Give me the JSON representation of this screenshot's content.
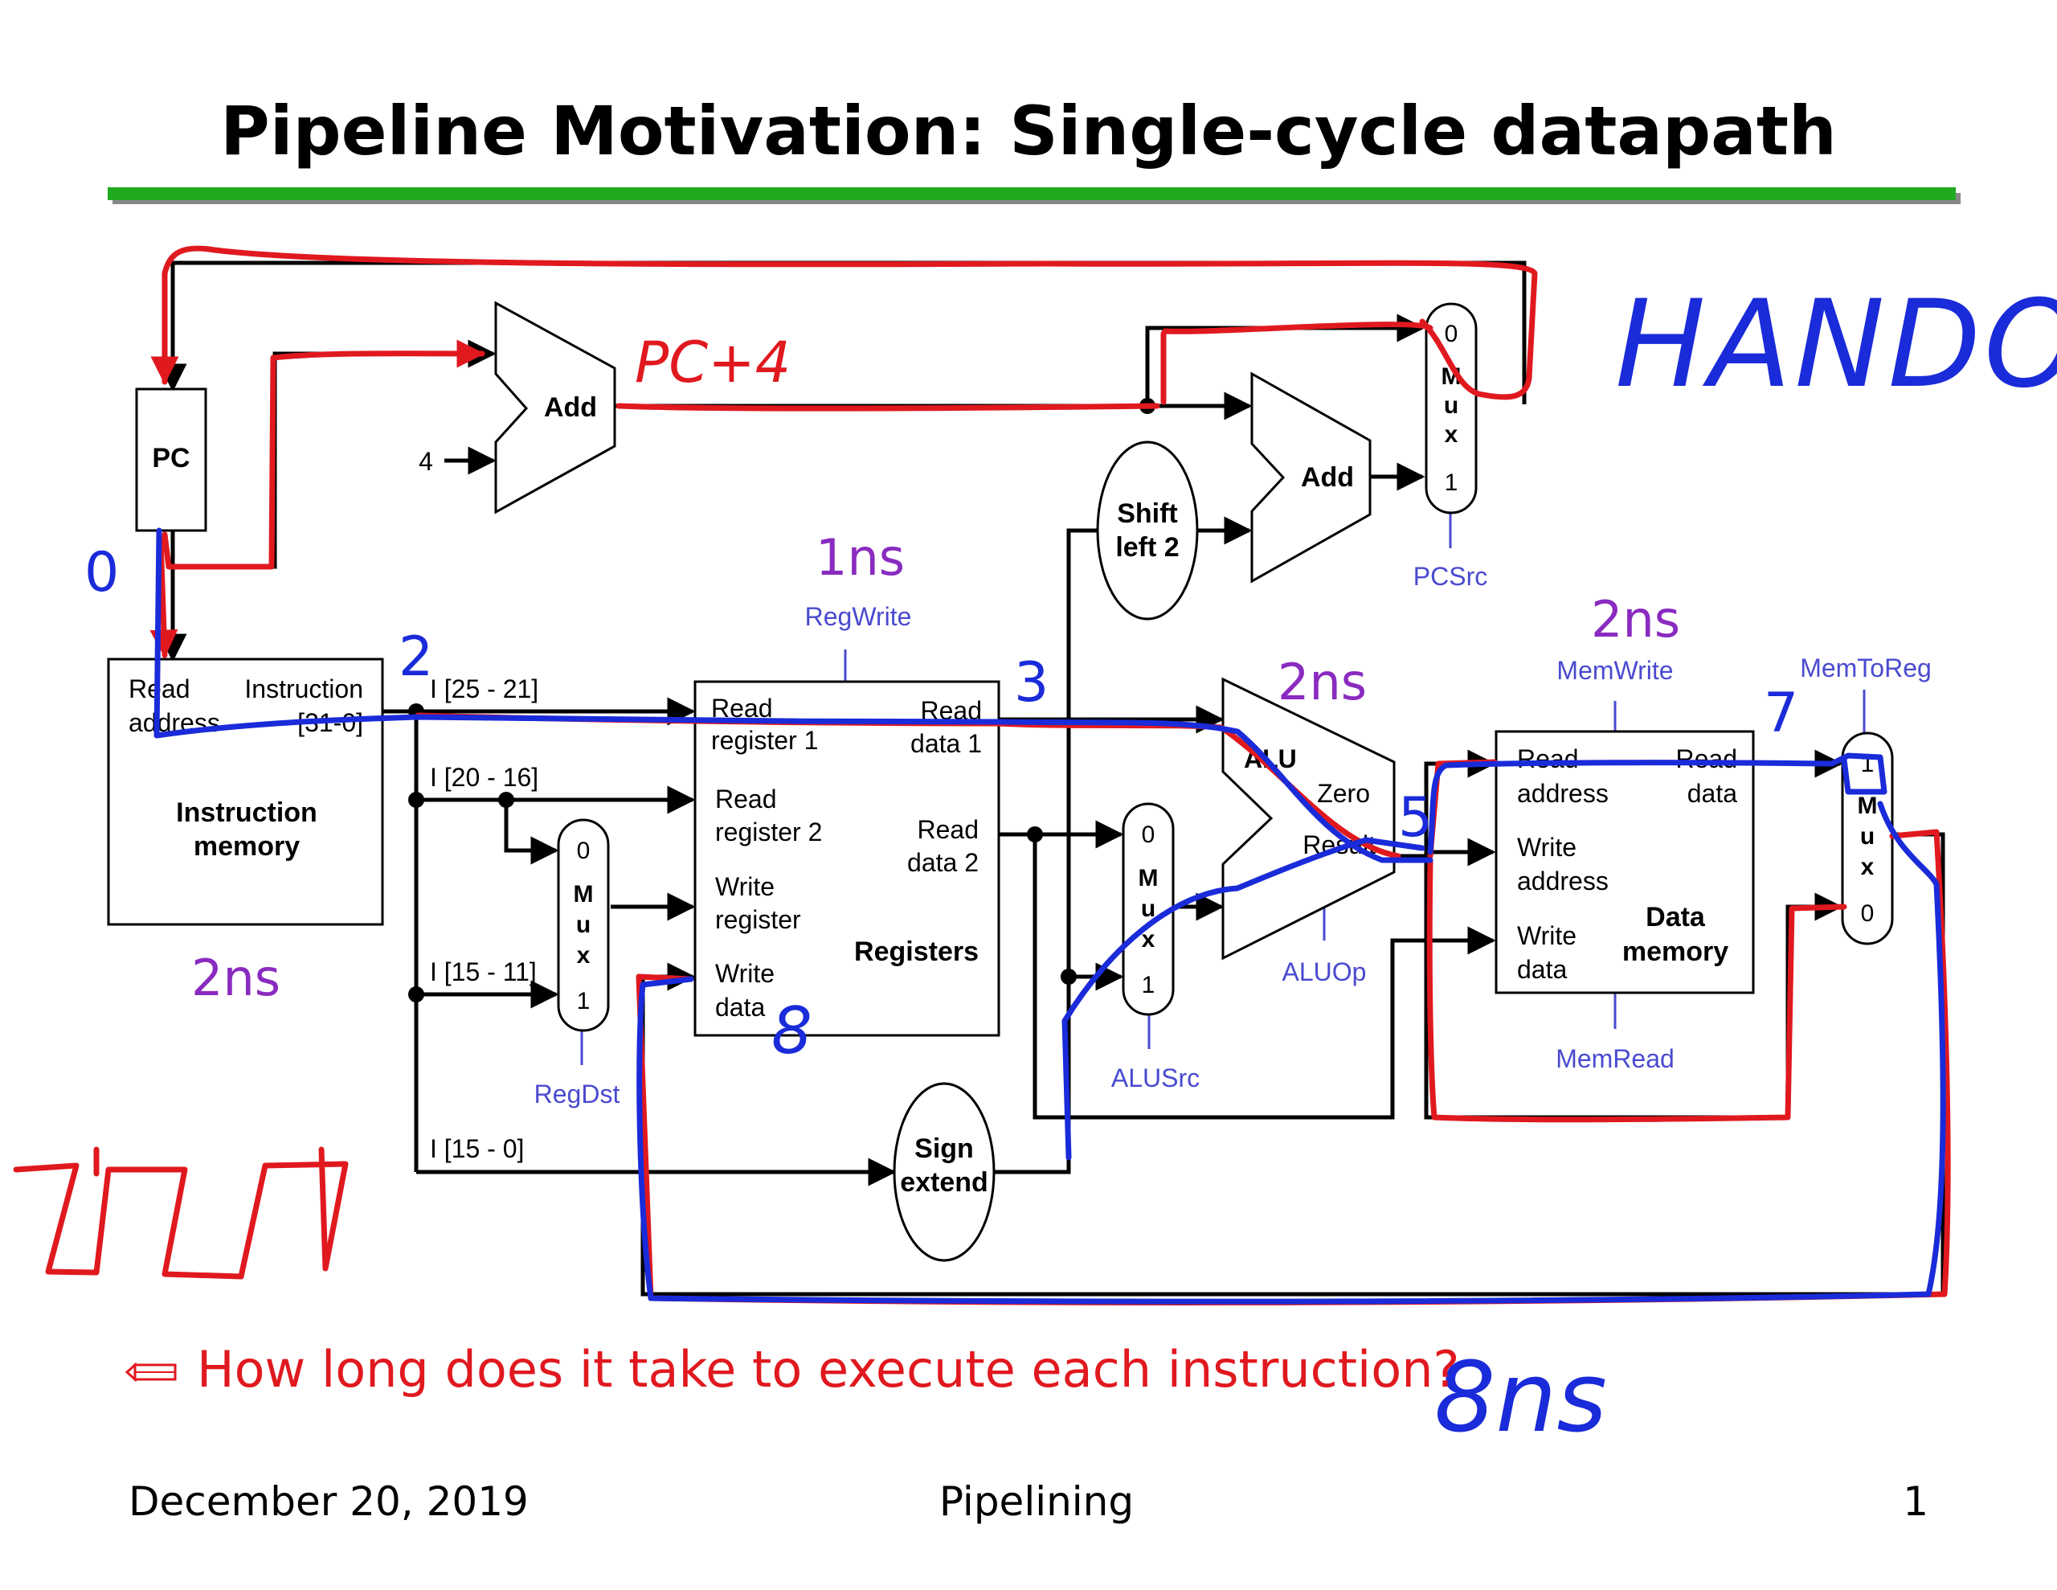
{
  "slide": {
    "title": "Pipeline Motivation: Single-cycle datapath",
    "question": "How long does it take to execute each instruction?",
    "question_icon": "pencil-icon",
    "footer": {
      "date": "December 20, 2019",
      "topic": "Pipelining",
      "page": "1"
    },
    "colors": {
      "rule": "#1faa1f",
      "red_ink": "#e0191f",
      "blue_ink": "#1a2bd9",
      "purple_ink": "#8a2bc0",
      "control": "#4a4ad0"
    }
  },
  "blocks": {
    "pc": "PC",
    "add": "Add",
    "const4": "4",
    "imem": {
      "addr_line1": "Read",
      "addr_line2": "address",
      "instr_line1": "Instruction",
      "instr_line2": "[31-0]",
      "name_line1": "Instruction",
      "name_line2": "memory"
    },
    "regs": {
      "rr1_line1": "Read",
      "rr1_line2": "register 1",
      "rr2_line1": "Read",
      "rr2_line2": "register 2",
      "wr_line1": "Write",
      "wr_line2": "register",
      "wd_line1": "Write",
      "wd_line2": "data",
      "rd1_line1": "Read",
      "rd1_line2": "data 1",
      "rd2_line1": "Read",
      "rd2_line2": "data 2",
      "name": "Registers"
    },
    "shift": {
      "line1": "Shift",
      "line2": "left 2"
    },
    "sign": {
      "line1": "Sign",
      "line2": "extend"
    },
    "alu": {
      "name": "ALU",
      "zero": "Zero",
      "result": "Result"
    },
    "dmem": {
      "ra_line1": "Read",
      "ra_line2": "address",
      "wa_line1": "Write",
      "wa_line2": "address",
      "wd_line1": "Write",
      "wd_line2": "data",
      "rd_line1": "Read",
      "rd_line2": "data",
      "name_line1": "Data",
      "name_line2": "memory"
    },
    "mux": {
      "m": "M",
      "u": "u",
      "x": "x",
      "zero": "0",
      "one": "1"
    },
    "fields": {
      "f1": "I [25 - 21]",
      "f2": "I [20 - 16]",
      "f3": "I [15 - 11]",
      "f4": "I [15 - 0]"
    }
  },
  "controls": {
    "regwrite": "RegWrite",
    "pcsrc": "PCSrc",
    "memwrite": "MemWrite",
    "memtoreg": "MemToReg",
    "regdst": "RegDst",
    "alusrc": "ALUSrc",
    "aluop": "ALUOp",
    "memread": "MemRead"
  },
  "annotations": {
    "handout": "HANDOUT",
    "pc_plus_4": "PC+4",
    "t_regs": "1ns",
    "t_alu": "2ns",
    "t_dmem": "2ns",
    "t_imem": "2ns",
    "step0": "0",
    "step2": "2",
    "step3": "3",
    "step5": "5",
    "step7": "7",
    "step8": "8",
    "total": "8ns"
  }
}
